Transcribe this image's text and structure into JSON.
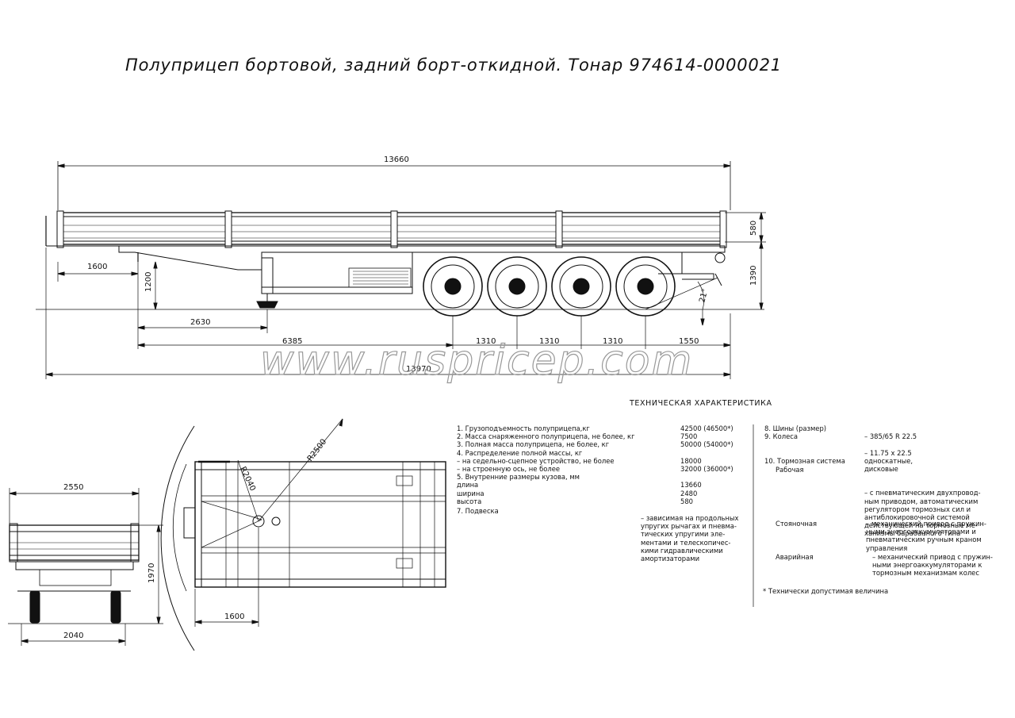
{
  "title": "Полуприцеп бортовой, задний борт-откидной. Тонар 974614-0000021",
  "watermark": "www.ruspricep.com",
  "dimensions": {
    "overall_length": "13660",
    "total_length": "13970",
    "height_side": "580",
    "height_total": "1390",
    "kingpin_front": "1600",
    "coupling_height": "1200",
    "support_dist": "2630",
    "kingpin_to_axle": "6385",
    "axle_spacing_1": "1310",
    "axle_spacing_2": "1310",
    "axle_spacing_3": "1310",
    "rear_overhang": "1550",
    "angle": "21°",
    "rear_width": "2550",
    "rear_height": "1970",
    "track_width": "2040",
    "radius_1": "R2500",
    "radius_2": "R2040",
    "plan_front": "1600"
  },
  "spec": {
    "heading": "ТЕХНИЧЕСКАЯ ХАРАКТЕРИСТИКА",
    "left_rows": [
      {
        "label": "1. Грузоподъемность полуприцепа,кг",
        "value": "42500 (46500*)"
      },
      {
        "label": "2. Масса снаряженного полуприцепа, не более, кг",
        "value": "7500"
      },
      {
        "label": "3. Полная масса полуприцепа, не более, кг",
        "value": "50000 (54000*)"
      },
      {
        "label": "4. Распределение полной массы, кг",
        "value": ""
      },
      {
        "label": "      – на седельно-сцепное устройство, не более",
        "value": "18000"
      },
      {
        "label": "      – на строенную ось, не более",
        "value": "32000 (36000*)"
      },
      {
        "label": "5. Внутренние размеры кузова, мм",
        "value": ""
      },
      {
        "label": "            длина",
        "value": "13660"
      },
      {
        "label": "            ширина",
        "value": "2480"
      },
      {
        "label": "            высота",
        "value": "580"
      }
    ],
    "suspension_label": "7. Подвеска",
    "suspension_value": "– зависимая на продольных\nупругих рычагах и пневма-\nтических упругими эле-\nментами и телескопичес-\nкими гидравлическими\nамортизаторами",
    "tires_label": "8. Шины (размер)",
    "tires_value": "– 385/65  R 22.5",
    "wheels_label": "9. Колеса",
    "wheels_value": "– 11.75 x 22.5\nодноскатные,\nдисковые",
    "brakes_label": "10. Тормозная система",
    "working_label": "Рабочая",
    "working_value": "– с пневматическим двухпровод-\nным приводом, автоматическим\nрегулятором тормозных сил и\nантиблокировочной системой\nдействующей на тормозные ме-\nханизмы барабанного типа",
    "parking_label": "Стояночная",
    "parking_value": "– механический привод с пружин-\nными энергоаккумуляторами и\nпневматическим ручным краном\nуправления",
    "emergency_label": "Аварийная",
    "emergency_value": "– механический привод с пружин-\nными энергоаккумуляторами к\nтормозным механизмам колес",
    "footnote": "* Технически допустимая величина"
  }
}
